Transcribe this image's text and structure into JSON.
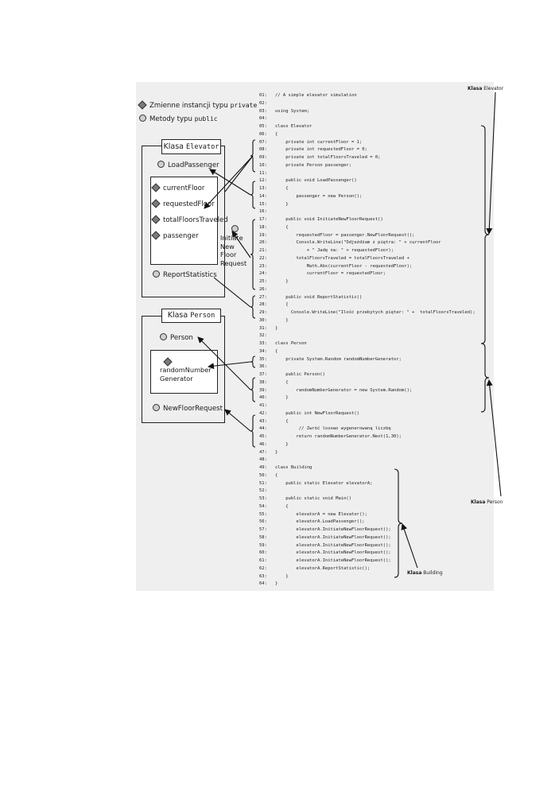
{
  "legend": {
    "private_text": "Zmienne instancji typu",
    "private_keyword": "private",
    "public_text": "Metody typu",
    "public_keyword": "public"
  },
  "elevator_box": {
    "title_word": "Klasa",
    "title_name": "Elevator",
    "methods": [
      "LoadPassenger",
      "Initiate New Floor Request",
      "ReportStatistics"
    ],
    "initiate_lines": [
      "Initiate",
      "New",
      "Floor",
      "Request"
    ],
    "variables": [
      "currentFloor",
      "requestedFloor",
      "totalFloorsTraveled",
      "passenger"
    ]
  },
  "person_box": {
    "title_word": "Klasa",
    "title_name": "Person",
    "methods": [
      "Person",
      "NewFloorRequest"
    ],
    "variable_lines": [
      "randomNumber",
      "Generator"
    ]
  },
  "class_labels": {
    "elevator": {
      "word": "Klasa",
      "name": "Elevator"
    },
    "person": {
      "word": "Klasa",
      "name": "Person"
    },
    "building": {
      "word": "Klasa",
      "name": "Building"
    }
  },
  "code_lines": [
    {
      "n": "01:",
      "t": "// A simple elevator simulation"
    },
    {
      "n": "02:",
      "t": ""
    },
    {
      "n": "03:",
      "t": "using System;"
    },
    {
      "n": "04:",
      "t": ""
    },
    {
      "n": "05:",
      "t": "class Elevator"
    },
    {
      "n": "06:",
      "t": "{"
    },
    {
      "n": "07:",
      "t": "    private int currentFloor = 1;"
    },
    {
      "n": "08:",
      "t": "    private int requestedFloor = 0;"
    },
    {
      "n": "09:",
      "t": "    private int totalFloorsTraveled = 0;"
    },
    {
      "n": "10:",
      "t": "    private Person passenger;"
    },
    {
      "n": "11:",
      "t": ""
    },
    {
      "n": "12:",
      "t": "    public void LoadPassenger()"
    },
    {
      "n": "13:",
      "t": "    {"
    },
    {
      "n": "14:",
      "t": "        passenger = new Person();"
    },
    {
      "n": "15:",
      "t": "    }"
    },
    {
      "n": "16:",
      "t": ""
    },
    {
      "n": "17:",
      "t": "    public void InitiateNewFloorRequest()"
    },
    {
      "n": "18:",
      "t": "    {"
    },
    {
      "n": "19:",
      "t": "        requestedFloor = passenger.NewFloorRequest();"
    },
    {
      "n": "20:",
      "t": "        Console.WriteLine(\"Odjeżdżam z piętra: \" + currentFloor"
    },
    {
      "n": "21:",
      "t": "            + \" Jadę na: \" + requestedFloor);"
    },
    {
      "n": "22:",
      "t": "        totalFloorsTraveled = totalFloorsTraveled +"
    },
    {
      "n": "23:",
      "t": "            Math.Abs(currentFloor - requestedFloor);"
    },
    {
      "n": "24:",
      "t": "            currentFloor = requestedFloor;"
    },
    {
      "n": "25:",
      "t": "    }"
    },
    {
      "n": "26:",
      "t": ""
    },
    {
      "n": "27:",
      "t": "    public void ReportStatistic()"
    },
    {
      "n": "28:",
      "t": "    {"
    },
    {
      "n": "29:",
      "t": "      Console.WriteLine(\"Ilość przebytych pięter: \" +  totalFloorsTraveled);"
    },
    {
      "n": "30:",
      "t": "    }"
    },
    {
      "n": "31:",
      "t": "}"
    },
    {
      "n": "32:",
      "t": ""
    },
    {
      "n": "33:",
      "t": "class Person"
    },
    {
      "n": "34:",
      "t": "{"
    },
    {
      "n": "35:",
      "t": "    private System.Random randomNumberGenerator;"
    },
    {
      "n": "36:",
      "t": ""
    },
    {
      "n": "37:",
      "t": "    public Person()"
    },
    {
      "n": "38:",
      "t": "    {"
    },
    {
      "n": "39:",
      "t": "        randomNumberGenerator = new System.Random();"
    },
    {
      "n": "40:",
      "t": "    }"
    },
    {
      "n": "41:",
      "t": ""
    },
    {
      "n": "42:",
      "t": "    public int NewFloorRequest()"
    },
    {
      "n": "43:",
      "t": "    {"
    },
    {
      "n": "44:",
      "t": "         // Zwróć losowo wygenerowaną liczbę"
    },
    {
      "n": "45:",
      "t": "        return randomNumberGenerator.Next(1,30);"
    },
    {
      "n": "46:",
      "t": "    }"
    },
    {
      "n": "47:",
      "t": "}"
    },
    {
      "n": "48:",
      "t": ""
    },
    {
      "n": "49:",
      "t": "class Building"
    },
    {
      "n": "50:",
      "t": "{"
    },
    {
      "n": "51:",
      "t": "    public static Elevator elevatorA;"
    },
    {
      "n": "52:",
      "t": ""
    },
    {
      "n": "53:",
      "t": "    public static void Main()"
    },
    {
      "n": "54:",
      "t": "    {"
    },
    {
      "n": "55:",
      "t": "        elevatorA = new Elevator();"
    },
    {
      "n": "56:",
      "t": "        elevatorA.LoadPassenger();"
    },
    {
      "n": "57:",
      "t": "        elevatorA.InitiateNewFloorRequest();"
    },
    {
      "n": "58:",
      "t": "        elevatorA.InitiateNewFloorRequest();"
    },
    {
      "n": "59:",
      "t": "        elevatorA.InitiateNewFloorRequest();"
    },
    {
      "n": "60:",
      "t": "        elevatorA.InitiateNewFloorRequest();"
    },
    {
      "n": "61:",
      "t": "        elevatorA.InitiateNewFloorRequest();"
    },
    {
      "n": "62:",
      "t": "        elevatorA.ReportStatistic();"
    },
    {
      "n": "63:",
      "t": "    }"
    },
    {
      "n": "64:",
      "t": "}"
    }
  ]
}
